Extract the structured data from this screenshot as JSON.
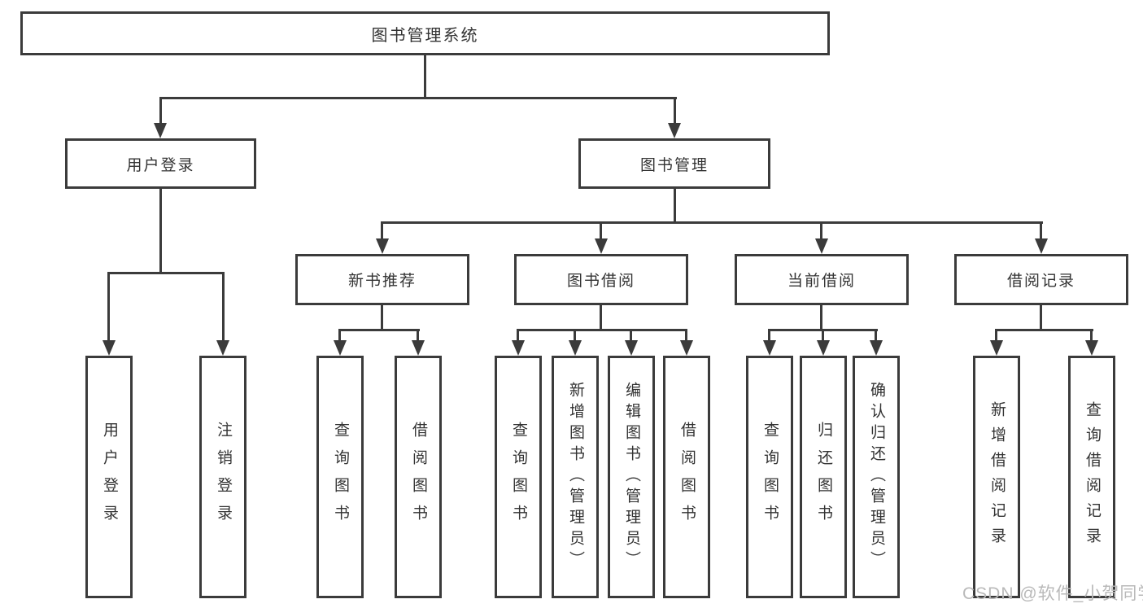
{
  "diagram": {
    "colors": {
      "line": "#3b3b3b",
      "text": "#333333",
      "watermark": "#b9b9b9"
    },
    "root": {
      "label": "图书管理系统"
    },
    "branches": [
      {
        "label": "用户登录",
        "children": [
          "用户登录",
          "注销登录"
        ]
      },
      {
        "label": "图书管理",
        "children": [
          {
            "label": "新书推荐",
            "children": [
              "查询图书",
              "借阅图书"
            ]
          },
          {
            "label": "图书借阅",
            "children": [
              "查询图书",
              "新增图书（管理员）",
              "编辑图书（管理员）",
              "借阅图书"
            ]
          },
          {
            "label": "当前借阅",
            "children": [
              "查询图书",
              "归还图书",
              "确认归还（管理员）"
            ]
          },
          {
            "label": "借阅记录",
            "children": [
              "新增借阅记录",
              "查询借阅记录"
            ]
          }
        ]
      }
    ],
    "watermark": "CSDN @软件_小贺同学"
  }
}
